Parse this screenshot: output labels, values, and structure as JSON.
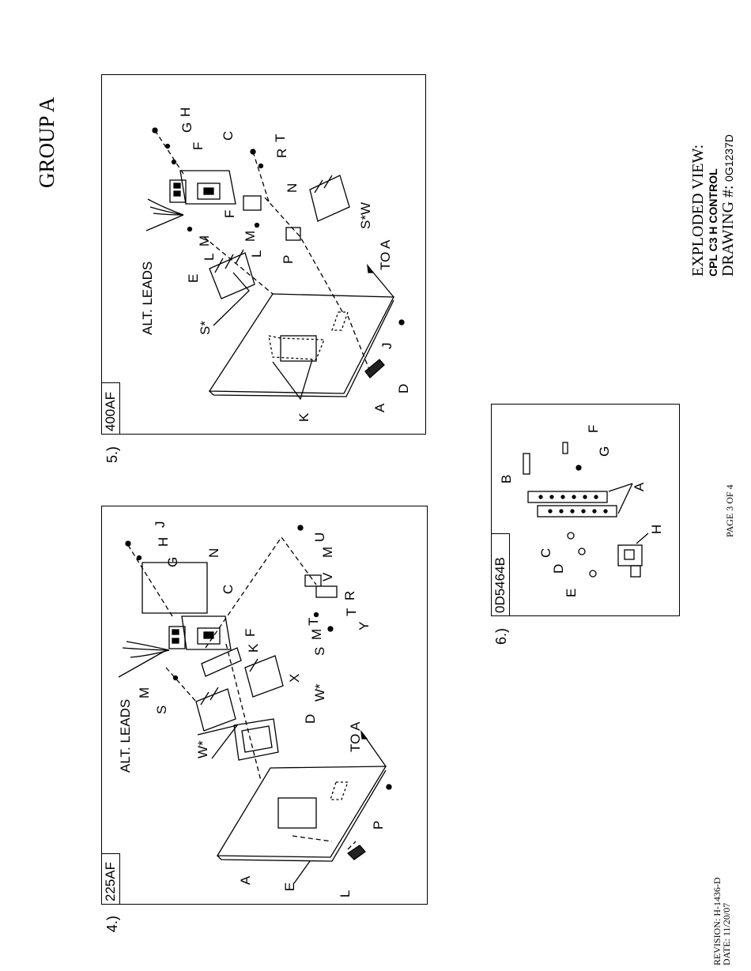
{
  "group_title": "GROUP A",
  "exploded_view": {
    "line1": "EXPLODED VIEW:",
    "line2": "CPL C3 H CONTROL",
    "drawing_label": "DRAWING #:",
    "drawing_number": "0G1237D"
  },
  "page": "PAGE 3 OF 4",
  "revision": "REVISION: H-1436-D",
  "date": "DATE: 11/20/07",
  "panels": [
    {
      "number": "4.)",
      "model": "225AF",
      "labels": [
        "A",
        "C",
        "D",
        "E",
        "F",
        "G",
        "H",
        "J",
        "K",
        "L",
        "M",
        "N",
        "P",
        "R",
        "S",
        "T",
        "U",
        "V",
        "X",
        "Y",
        "W*",
        "M",
        "S",
        "T",
        "ALT. LEADS",
        "TO A"
      ]
    },
    {
      "number": "5.)",
      "model": "400AF",
      "labels": [
        "A",
        "C",
        "D",
        "E",
        "F",
        "G",
        "H",
        "J",
        "K",
        "L",
        "M",
        "N",
        "P",
        "R",
        "T",
        "S*",
        "S*W",
        "L",
        "M",
        "F",
        "ALT. LEADS",
        "TO A"
      ]
    },
    {
      "number": "6.)",
      "model": "0D5464B",
      "labels": [
        "A",
        "B",
        "C",
        "D",
        "E",
        "F",
        "G",
        "H"
      ]
    }
  ]
}
